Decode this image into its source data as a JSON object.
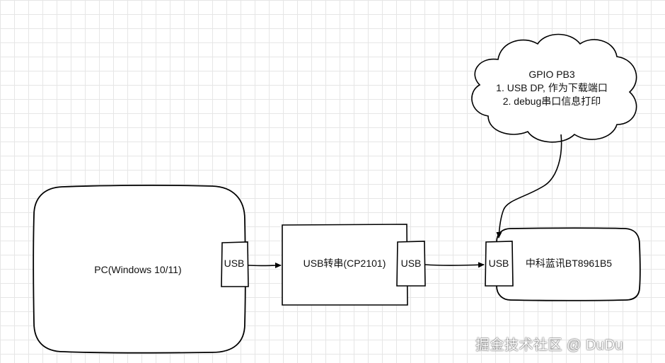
{
  "nodes": {
    "pc": {
      "label": "PC(Windows 10/11)"
    },
    "pc_usb": {
      "label": "USB"
    },
    "converter": {
      "label": "USB转串(CP2101)"
    },
    "converter_usb": {
      "label": "USB"
    },
    "bt_usb": {
      "label": "USB"
    },
    "bt": {
      "label": "中科蓝讯BT8961B5"
    }
  },
  "note": {
    "title": "GPIO PB3",
    "line1": "1. USB DP, 作为下载端口",
    "line2": "2. debug串口信息打印"
  },
  "watermark": "掘金技术社区 @ DuDu",
  "colors": {
    "stroke": "#000000",
    "grid": "#e6e6e6",
    "background": "#ffffff"
  }
}
